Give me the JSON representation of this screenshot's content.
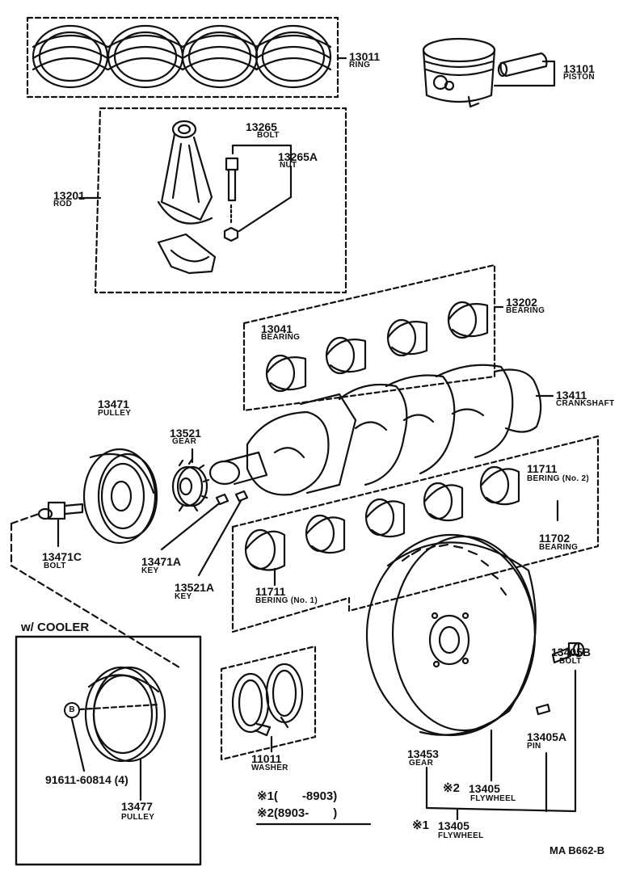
{
  "parts": {
    "ring": {
      "number": "13011",
      "name": "RING"
    },
    "piston": {
      "number": "13101",
      "name": "PISTON"
    },
    "bolt_rod": {
      "number": "13265",
      "name": "BOLT"
    },
    "nut": {
      "number": "13265A",
      "name": "NUT"
    },
    "rod": {
      "number": "13201",
      "name": "ROD"
    },
    "bearing_upper": {
      "number": "13202",
      "name": "BEARING"
    },
    "bearing_rod": {
      "number": "13041",
      "name": "BEARING"
    },
    "crankshaft": {
      "number": "13411",
      "name": "CRANKSHAFT"
    },
    "pulley": {
      "number": "13471",
      "name": "PULLEY"
    },
    "gear_crank": {
      "number": "13521",
      "name": "GEAR"
    },
    "bering_no2": {
      "number": "11711",
      "name": "BERING (No. 2)"
    },
    "bearing_main": {
      "number": "11702",
      "name": "BEARING"
    },
    "bolt_pulley": {
      "number": "13471C",
      "name": "BOLT"
    },
    "key_pulley": {
      "number": "13471A",
      "name": "KEY"
    },
    "key_gear": {
      "number": "13521A",
      "name": "KEY"
    },
    "bering_no1": {
      "number": "11711",
      "name": "BERING (No. 1)"
    },
    "bolt_flywheel": {
      "number": "13405B",
      "name": "BOLT"
    },
    "pin": {
      "number": "13405A",
      "name": "PIN"
    },
    "gear_ring": {
      "number": "13453",
      "name": "GEAR"
    },
    "washer": {
      "number": "11011",
      "name": "WASHER"
    },
    "flywheel_2": {
      "number": "13405",
      "name": "FLYWHEEL"
    },
    "flywheel_1": {
      "number": "13405",
      "name": "FLYWHEEL"
    },
    "bolt_cooler": {
      "number": "91611-60814 (4)"
    },
    "pulley_cooler": {
      "number": "13477",
      "name": "PULLEY"
    }
  },
  "cooler_label": "w/ COOLER",
  "badge_b": "B",
  "notes": {
    "note1": "※1(　　-8903)",
    "note2": "※2(8903-　　)",
    "flywheel_mark_2": "※2",
    "flywheel_mark_1": "※1"
  },
  "reference": "MA B662-B"
}
